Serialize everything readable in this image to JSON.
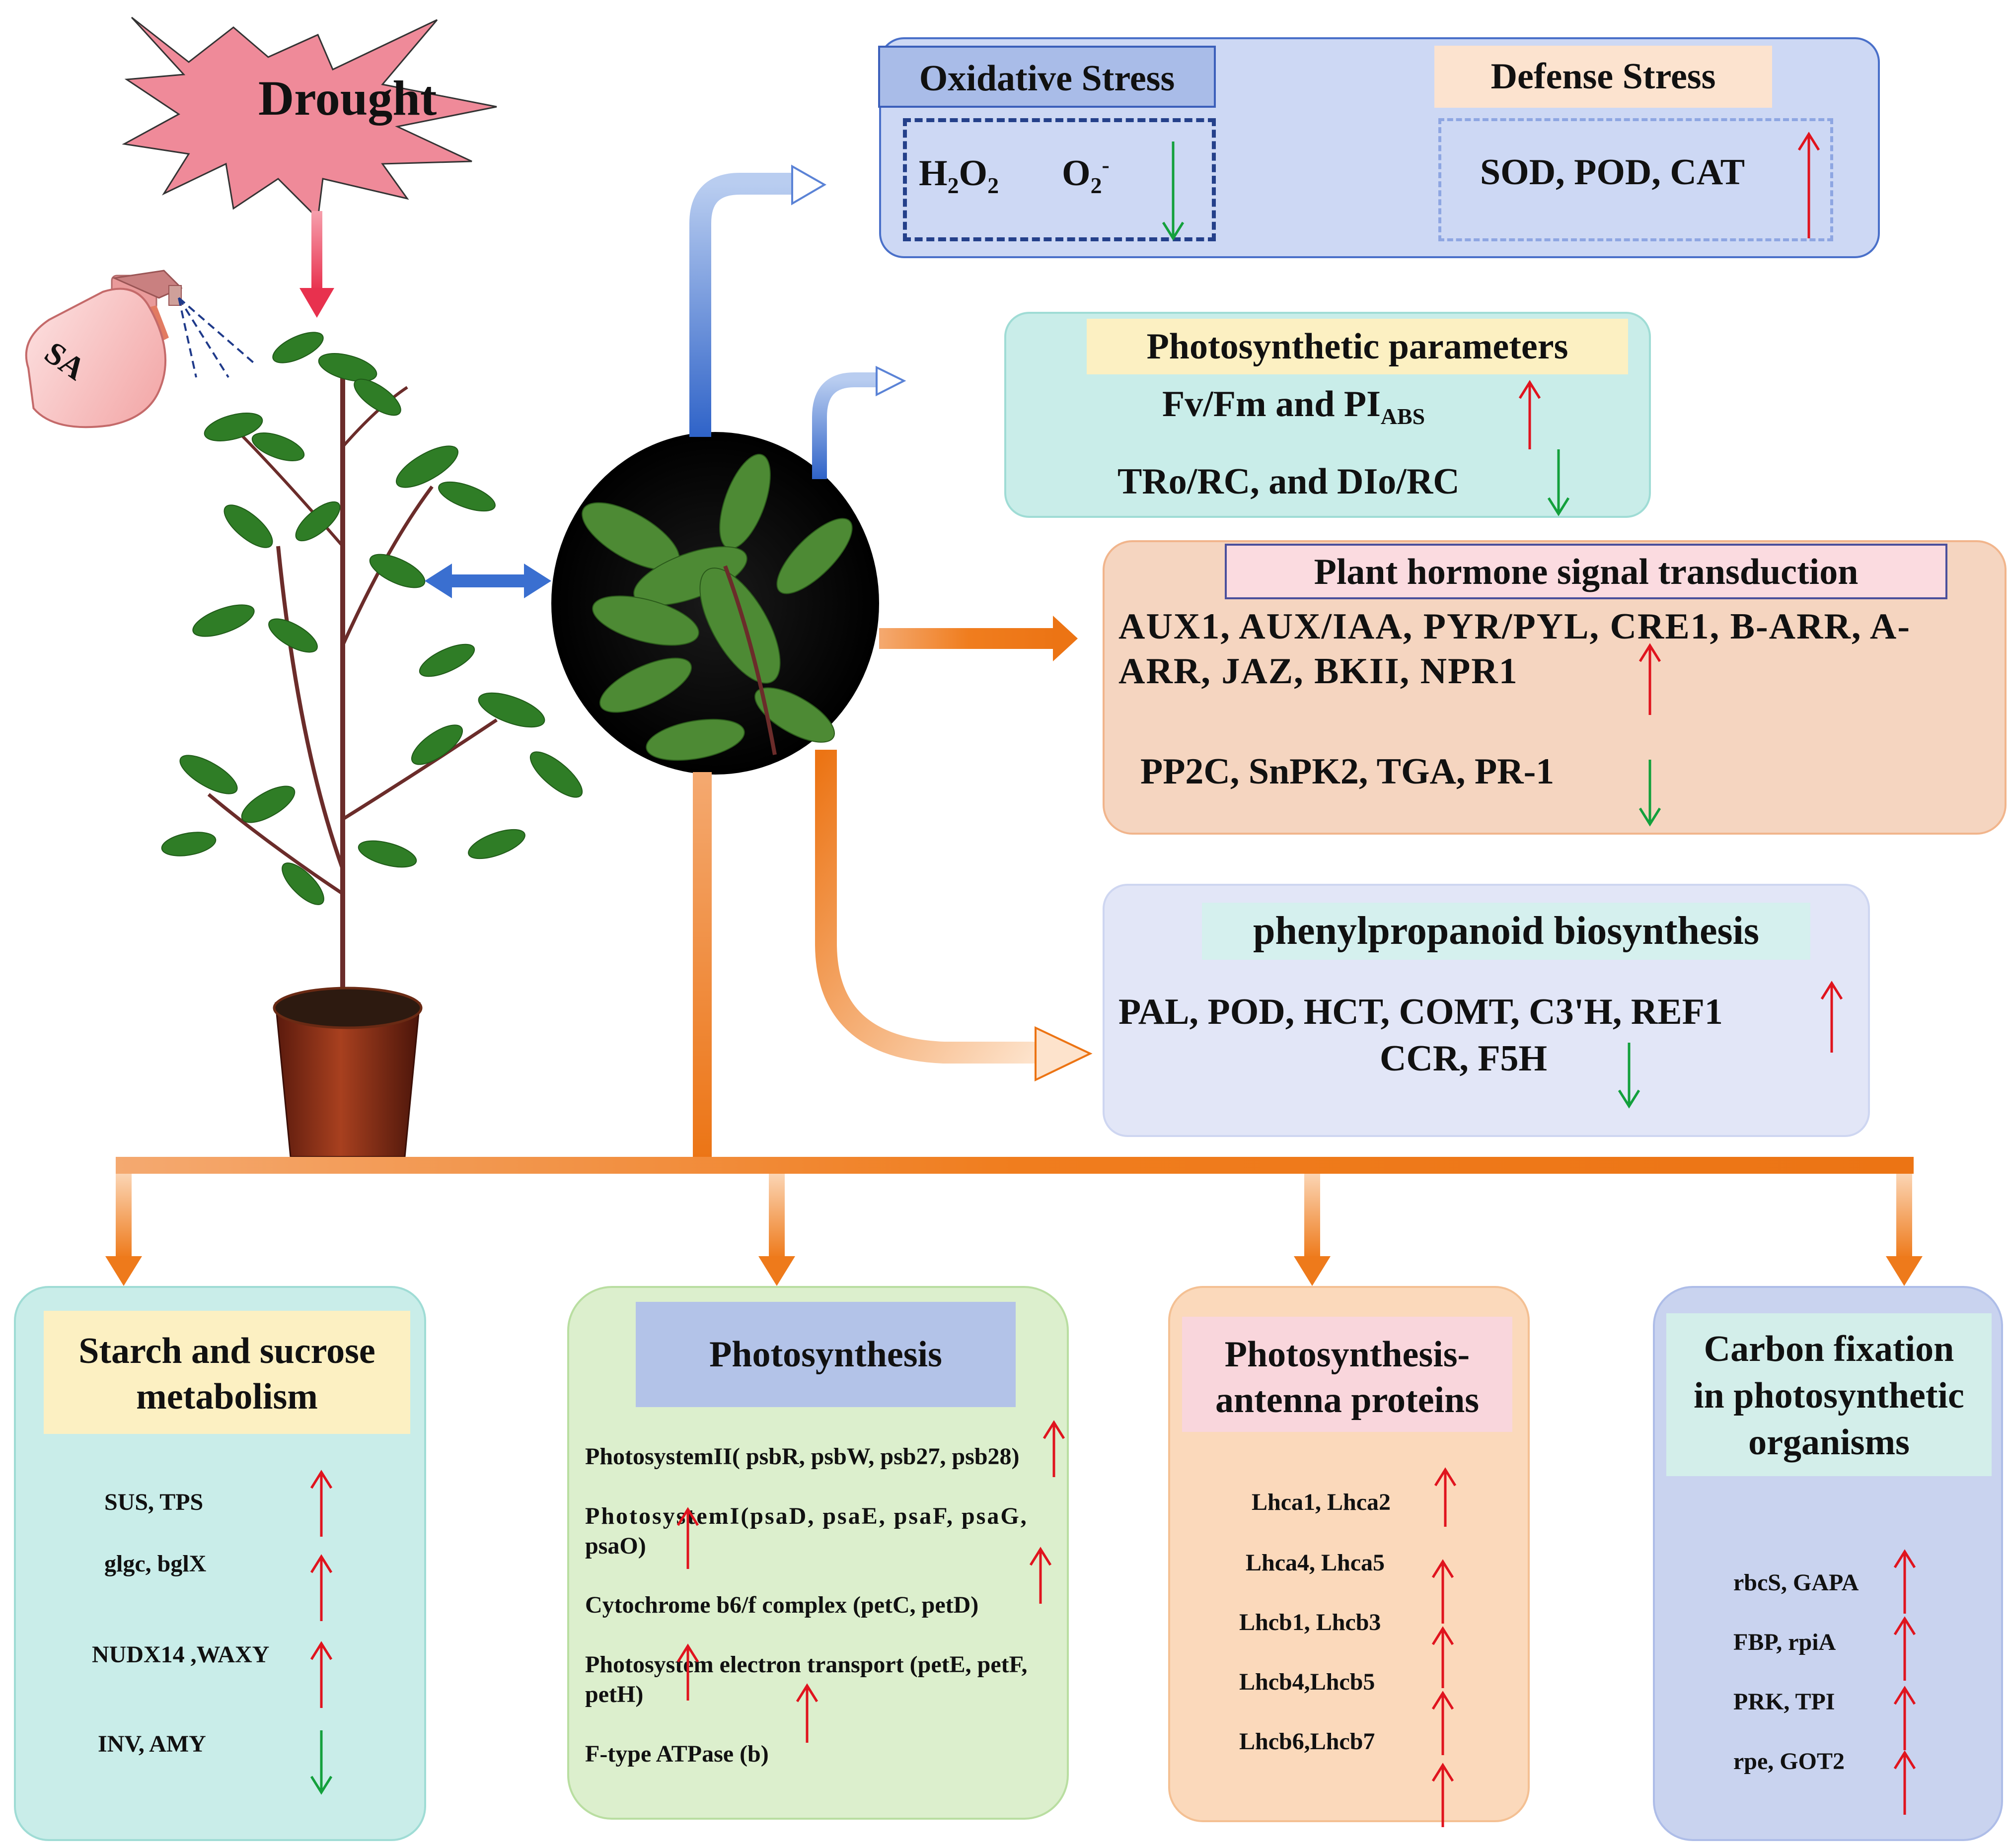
{
  "drought": {
    "label": "Drought"
  },
  "sprayer": {
    "label": "SA"
  },
  "oxidative": {
    "title": "Oxidative Stress",
    "h2o2": "H",
    "h2o2_sub1": "2",
    "h2o2_o": "O",
    "h2o2_sub2": "2",
    "o2": "O",
    "o2_sub": "2",
    "o2_sup": "-"
  },
  "defense": {
    "title": "Defense Stress",
    "items": "SOD, POD, CAT"
  },
  "photo_params": {
    "title": "Photosynthetic parameters",
    "line1": "Fv/Fm and PI",
    "line1_sub": "ABS",
    "line2": "TRo/RC, and DIo/RC"
  },
  "hormone": {
    "title": "Plant hormone signal transduction",
    "up_line1": "AUX1, AUX/IAA, PYR/PYL, CRE1, B-ARR, A-",
    "up_line2": "ARR, JAZ, BKII, NPR1",
    "down": "PP2C, SnPK2, TGA, PR-1"
  },
  "phenyl": {
    "title": "phenylpropanoid biosynthesis",
    "up": "PAL, POD, HCT, COMT, C3'H, REF1",
    "down": "CCR, F5H"
  },
  "starch": {
    "title_line1": "Starch and sucrose",
    "title_line2": "metabolism",
    "items": [
      "SUS, TPS",
      "glgc, bglX",
      "NUDX14 ,WAXY",
      "INV, AMY"
    ]
  },
  "photosynthesis": {
    "title": "Photosynthesis",
    "psii": "PhotosystemII( psbR, psbW, psb27, psb28)",
    "psi_line1": "PhotosystemI(psaD, psaE, psaF, psaG,",
    "psi_line2": "psaO)",
    "cyt": "Cytochrome b6/f complex (petC, petD)",
    "pet_line1": "Photosystem electron transport (petE, petF,",
    "pet_line2": "petH)",
    "atp": "F-type ATPase (b)"
  },
  "antenna": {
    "title_line1": "Photosynthesis-",
    "title_line2": "antenna proteins",
    "items": [
      "Lhca1, Lhca2",
      "Lhca4,  Lhca5",
      "Lhcb1, Lhcb3",
      "Lhcb4,Lhcb5",
      "Lhcb6,Lhcb7"
    ]
  },
  "carbon": {
    "title_line1": "Carbon fixation",
    "title_line2": "in photosynthetic",
    "title_line3": "organisms",
    "items": [
      "rbcS, GAPA",
      "FBP,  rpiA",
      "PRK, TPI",
      "rpe, GOT2"
    ]
  },
  "colors": {
    "up_arrow": "#e0141e",
    "down_arrow": "#13a03c",
    "orange": "#f07d1e",
    "blue": "#3a6fd0",
    "drought_fill": "#ef8a99"
  }
}
